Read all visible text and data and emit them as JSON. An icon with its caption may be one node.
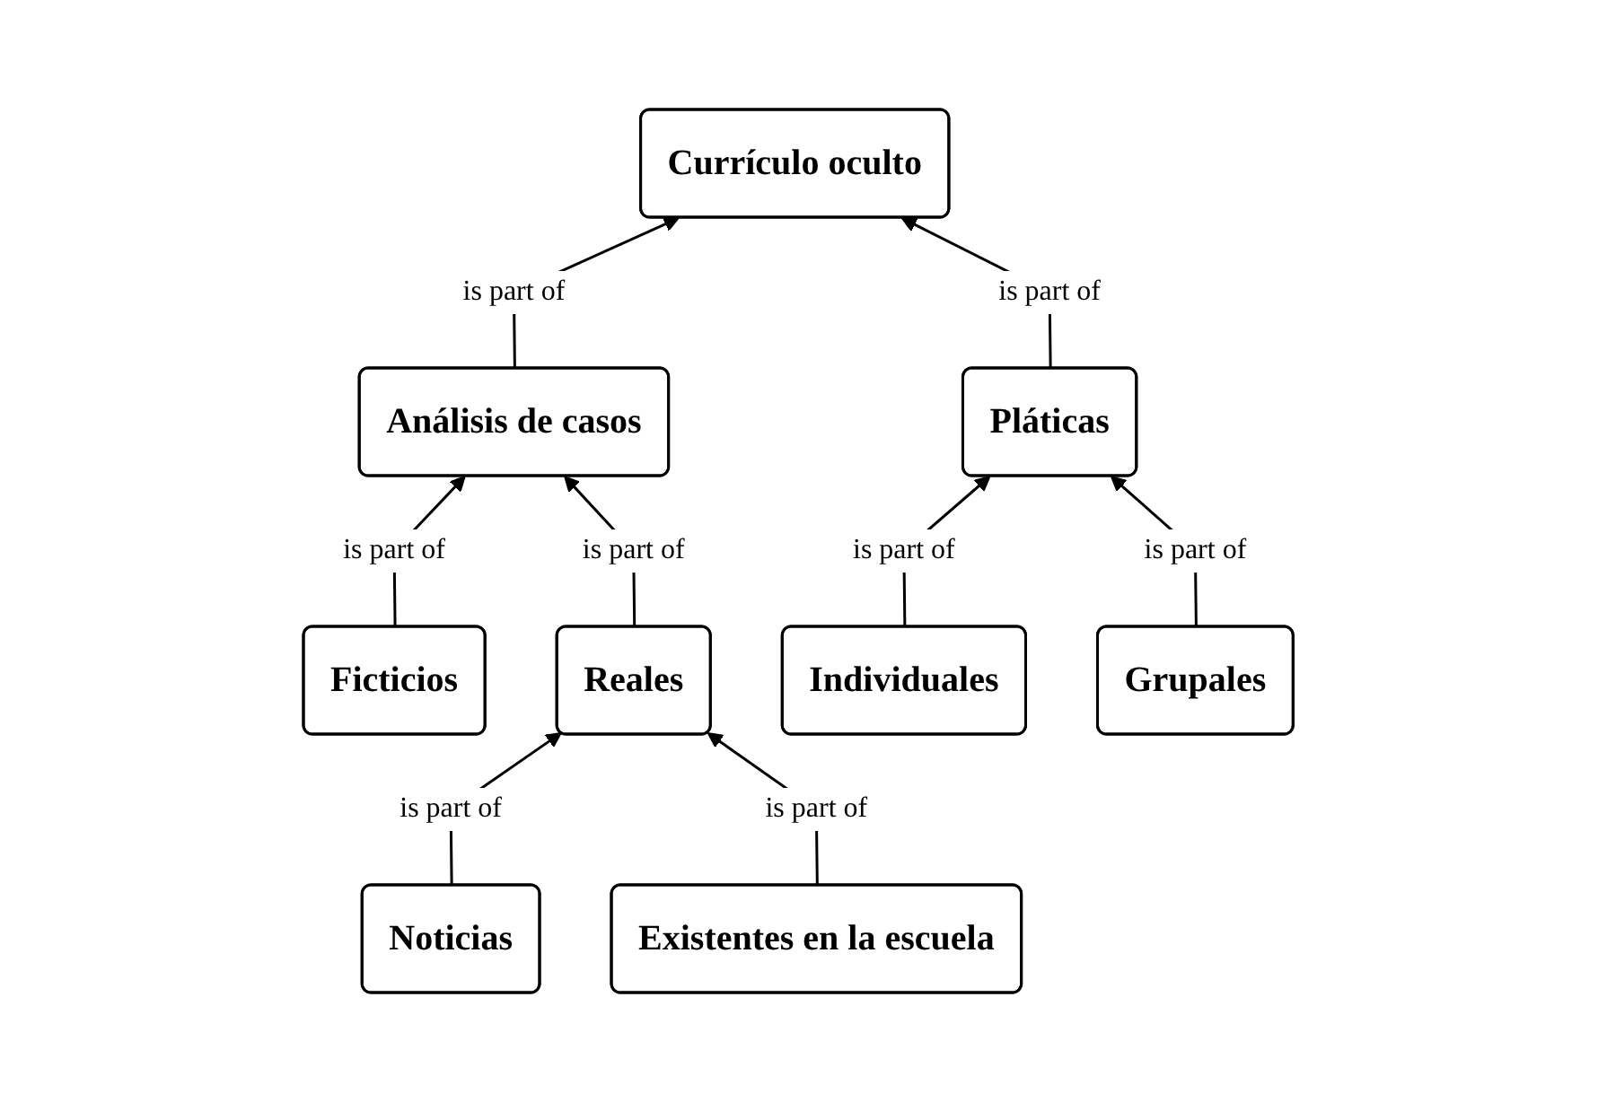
{
  "diagram": {
    "nodes": [
      {
        "text": [
          "Currículo oculto"
        ]
      },
      {
        "text": [
          "Análisis de casos"
        ]
      },
      {
        "text": [
          "Pláticas"
        ]
      },
      {
        "text": [
          "Individuales"
        ]
      },
      {
        "text": [
          "Grupales"
        ]
      },
      {
        "text": [
          "Ficticios"
        ]
      },
      {
        "text": [
          "Reales"
        ]
      },
      {
        "text": [
          "Noticias"
        ]
      },
      {
        "text": [
          "Existentes en la escuela"
        ]
      }
    ],
    "edges": [
      {
        "from": 1,
        "to": 0,
        "arrow": "to",
        "label": "is part of"
      },
      {
        "from": 2,
        "to": 0,
        "arrow": "to",
        "label": "is part of"
      },
      {
        "from": 3,
        "to": 2,
        "arrow": "to",
        "label": "is part of"
      },
      {
        "from": 4,
        "to": 2,
        "arrow": "to",
        "label": "is part of"
      },
      {
        "from": 5,
        "to": 1,
        "arrow": "to",
        "label": "is part of"
      },
      {
        "from": 6,
        "to": 1,
        "arrow": "to",
        "label": "is part of"
      },
      {
        "from": 7,
        "to": 6,
        "arrow": "to",
        "label": "is part of"
      },
      {
        "from": 8,
        "to": 6,
        "arrow": "to",
        "label": "is part of"
      }
    ]
  }
}
